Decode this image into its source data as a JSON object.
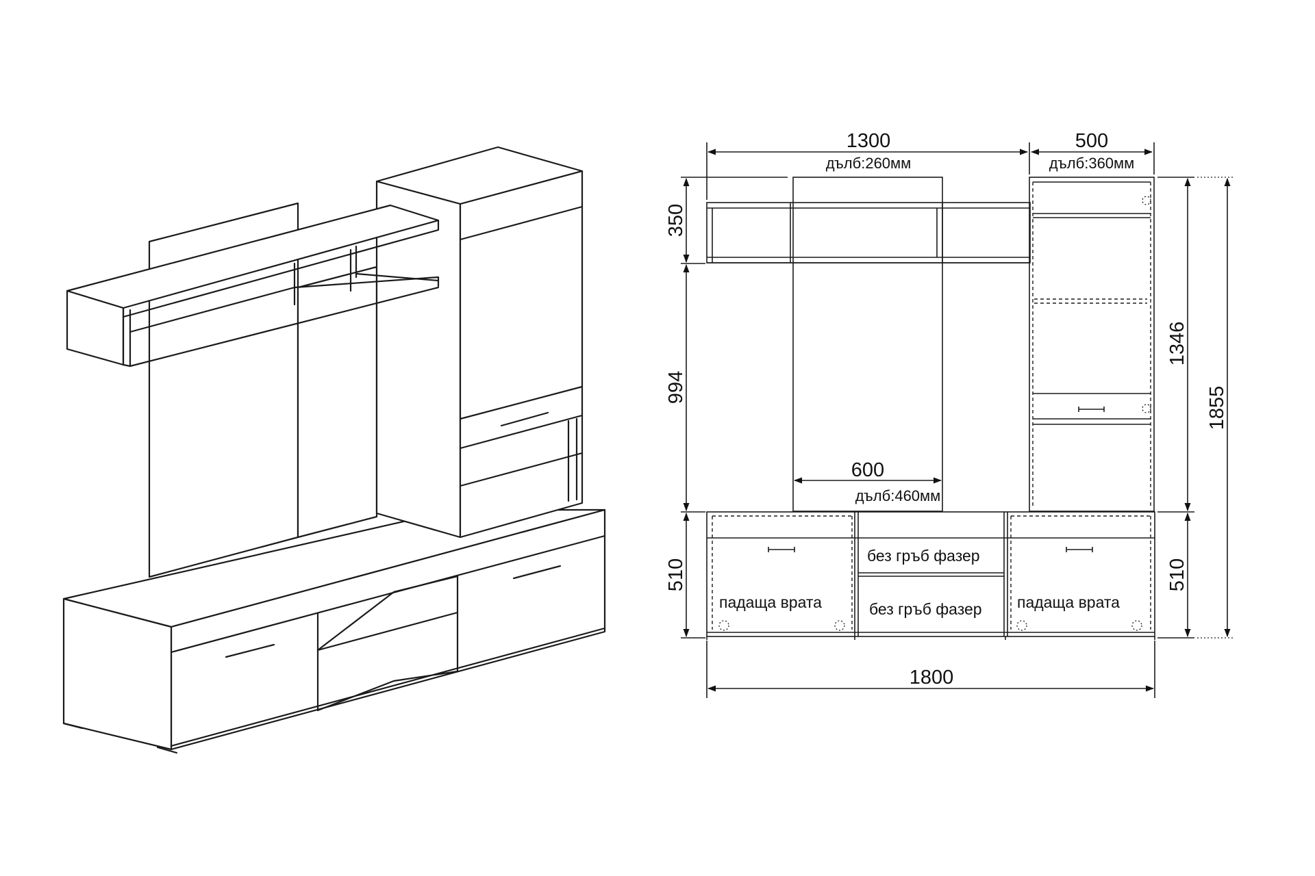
{
  "dimensions": {
    "top_width": "1300",
    "top_depth": "дълб:260мм",
    "tower_width": "500",
    "tower_depth": "дълб:360мм",
    "shelf_height": "350",
    "middle_height": "994",
    "base_height_left": "510",
    "base_height_right": "510",
    "tower_height": "1346",
    "total_height": "1855",
    "tv_width": "600",
    "tv_depth": "дълб:460мм",
    "total_width": "1800"
  },
  "labels": {
    "left_door": "падаща врата",
    "right_door": "падаща врата",
    "upper_center": "без гръб фазер",
    "lower_center": "без гръб фазер"
  }
}
